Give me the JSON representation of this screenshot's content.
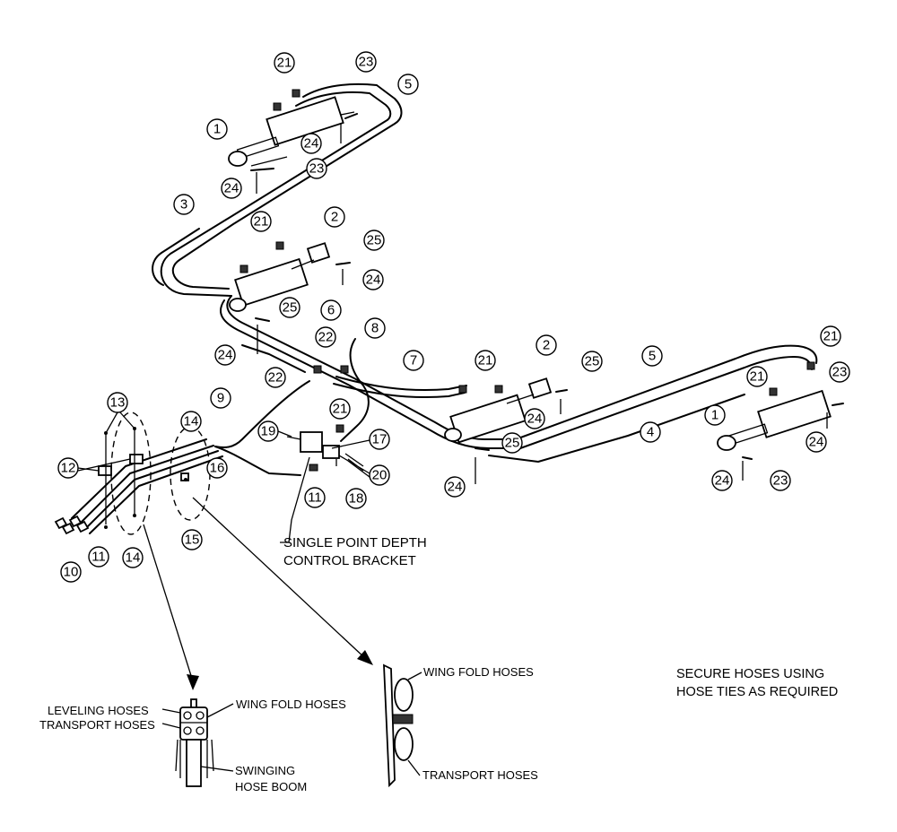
{
  "callouts": {
    "n1": "1",
    "n2": "2",
    "n3": "3",
    "n4": "4",
    "n5": "5",
    "n6": "6",
    "n7": "7",
    "n8": "8",
    "n9": "9",
    "n10": "10",
    "n11": "11",
    "n12": "12",
    "n13": "13",
    "n14": "14",
    "n15": "15",
    "n16": "16",
    "n17": "17",
    "n18": "18",
    "n19": "19",
    "n20": "20",
    "n21": "21",
    "n22": "22",
    "n23": "23",
    "n24": "24",
    "n25": "25"
  },
  "labels": {
    "bracket_line1": "SINGLE POINT DEPTH",
    "bracket_line2": "CONTROL BRACKET",
    "leveling_hoses": "LEVELING HOSES",
    "wing_fold_hoses_left": "WING FOLD HOSES",
    "transport_hoses_left": "TRANSPORT HOSES",
    "swinging_line1": "SWINGING",
    "swinging_line2": "HOSE BOOM",
    "wing_fold_hoses_right": "WING FOLD HOSES",
    "transport_hoses_right": "TRANSPORT HOSES"
  },
  "note": {
    "line1": "SECURE HOSES USING",
    "line2": "HOSE TIES AS REQUIRED"
  }
}
